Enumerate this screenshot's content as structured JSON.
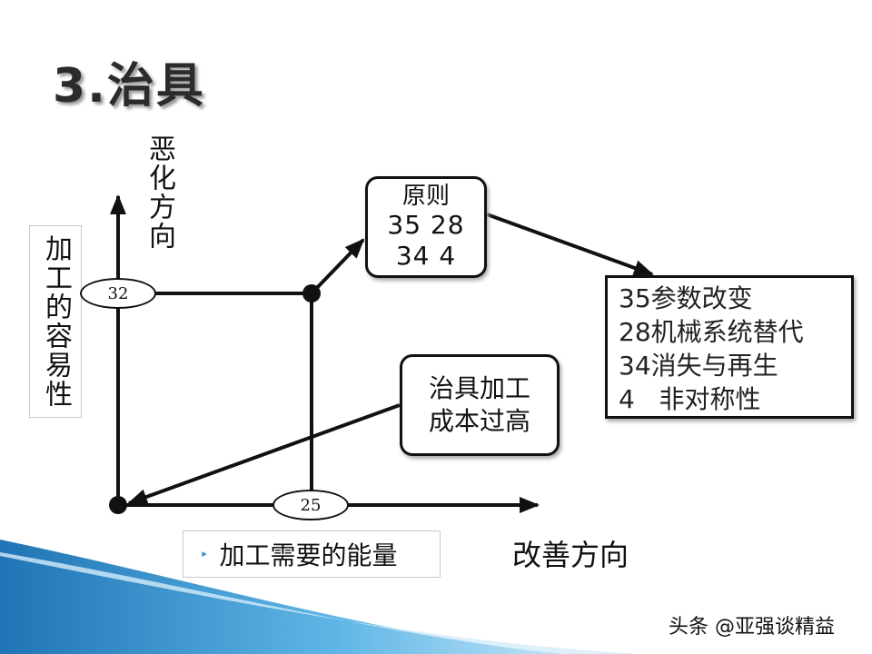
{
  "title": "3.治具",
  "y_axis": {
    "direction_label": "恶化方向",
    "parameter_label": "加工的容易性"
  },
  "x_axis": {
    "direction_label": "改善方向",
    "parameter_label": "加工需要的能量",
    "bullet": "‣"
  },
  "ovals": {
    "y_param_number": "32",
    "x_param_number": "25"
  },
  "principle_box": {
    "title": "原则",
    "line1": "35 28",
    "line2": "34 4"
  },
  "cost_box": {
    "line1": "治具加工",
    "line2": "成本过高"
  },
  "principle_list": [
    "35参数改变",
    "28机械系统替代",
    "34消失与再生",
    "4   非对称性"
  ],
  "watermark": "头条 @亚强谈精益",
  "colors": {
    "accent_bullet": "#2a8fc9",
    "swoosh": "#4aa3d8"
  }
}
